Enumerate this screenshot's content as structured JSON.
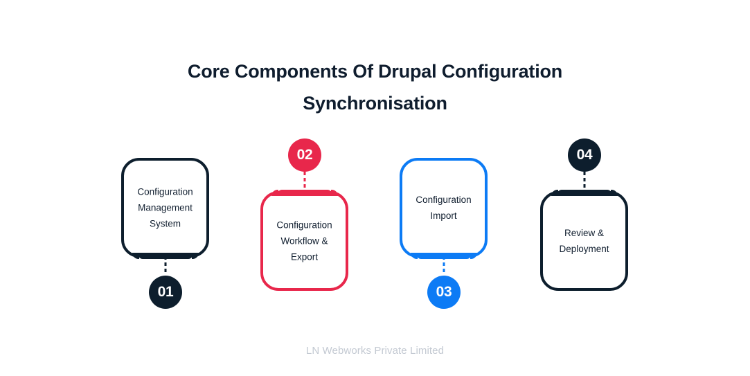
{
  "title": {
    "line1": "Core Components Of Drupal Configuration",
    "line2": "Synchronisation"
  },
  "colors": {
    "navy": "#0D1E2D",
    "red": "#E8274B",
    "blue": "#0C7BF5",
    "text": "#0F1D2E",
    "footer": "#C3C9D2",
    "background": "#FFFFFF"
  },
  "steps": [
    {
      "number": "01",
      "label": "Configuration Management System",
      "label_lines": [
        "Configuration",
        "Management",
        "System"
      ],
      "color": "#0D1E2D",
      "badge_position": "below"
    },
    {
      "number": "02",
      "label": "Configuration Workflow & Export",
      "label_lines": [
        "Configuration",
        "Workflow &",
        "Export"
      ],
      "color": "#E8274B",
      "badge_position": "above"
    },
    {
      "number": "03",
      "label": "Configuration Import",
      "label_lines": [
        "Configuration",
        "Import"
      ],
      "color": "#0C7BF5",
      "badge_position": "below"
    },
    {
      "number": "04",
      "label": "Review & Deployment",
      "label_lines": [
        "Review &",
        "Deployment"
      ],
      "color": "#0D1E2D",
      "badge_position": "above"
    }
  ],
  "footer": {
    "text": "LN Webworks Private Limited"
  }
}
